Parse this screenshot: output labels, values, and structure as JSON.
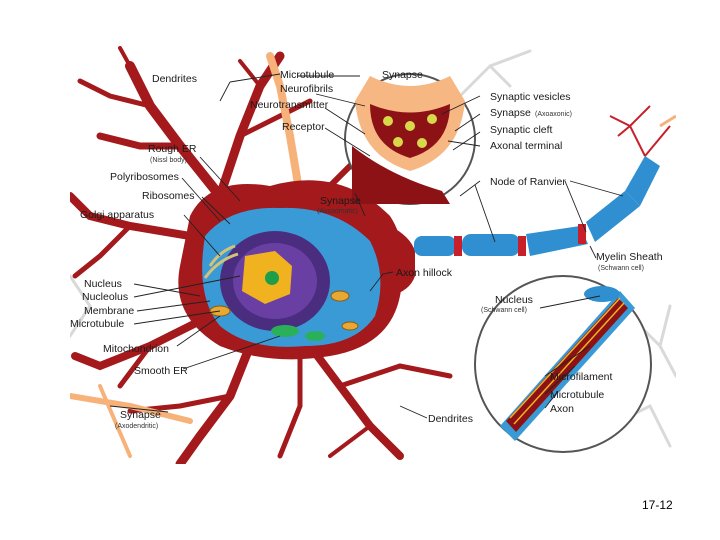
{
  "figure": {
    "colors": {
      "cytoplasm": "#a3191c",
      "dendrite_light": "#f7b27a",
      "nucleus": "#4b2d80",
      "nucleolus": "#f1b21f",
      "axon_sheath": "#2f8fd0",
      "node": "#c8202a",
      "background_cells": "#d8d8d8"
    },
    "labels": {
      "dendrites_top": "Dendrites",
      "microtubule": "Microtubule",
      "neurofibrils": "Neurofibrils",
      "neurotransmitter": "Neurotransmitter",
      "receptor": "Receptor",
      "synapse_top": "Synapse",
      "synaptic_vesicles": "Synaptic vesicles",
      "synapse_axoaxonic": "Synapse",
      "synapse_axoaxonic_sub": "(Axoaxonic)",
      "synaptic_cleft": "Synaptic cleft",
      "axonal_terminal": "Axonal terminal",
      "rough_er": "Rough ER",
      "rough_er_sub": "(Nissl body)",
      "polyribosomes": "Polyribosomes",
      "ribosomes": "Ribosomes",
      "golgi": "Golgi apparatus",
      "synapse_axosomatic": "Synapse",
      "synapse_axosomatic_sub": "(Axosomatic)",
      "node_of_ranvier": "Node of Ranvier",
      "myelin_sheath": "Myelin Sheath",
      "myelin_sheath_sub": "(Schwann cell)",
      "axon_hillock": "Axon hillock",
      "nucleus": "Nucleus",
      "nucleolus": "Nucleolus",
      "membrane": "Membrane",
      "microtubule_left": "Microtubule",
      "nucleus_schwann": "Nucleus",
      "nucleus_schwann_sub": "(Schwann cell)",
      "mitochondrion": "Mitochondrion",
      "smooth_er": "Smooth ER",
      "microfilament": "Microfilament",
      "microtubule_inset": "Microtubule",
      "axon": "Axon",
      "synapse_axodendritic": "Synapse",
      "synapse_axodendritic_sub": "(Axodendritic)",
      "dendrites_bottom": "Dendrites"
    }
  },
  "slide": {
    "number": "17-12"
  }
}
